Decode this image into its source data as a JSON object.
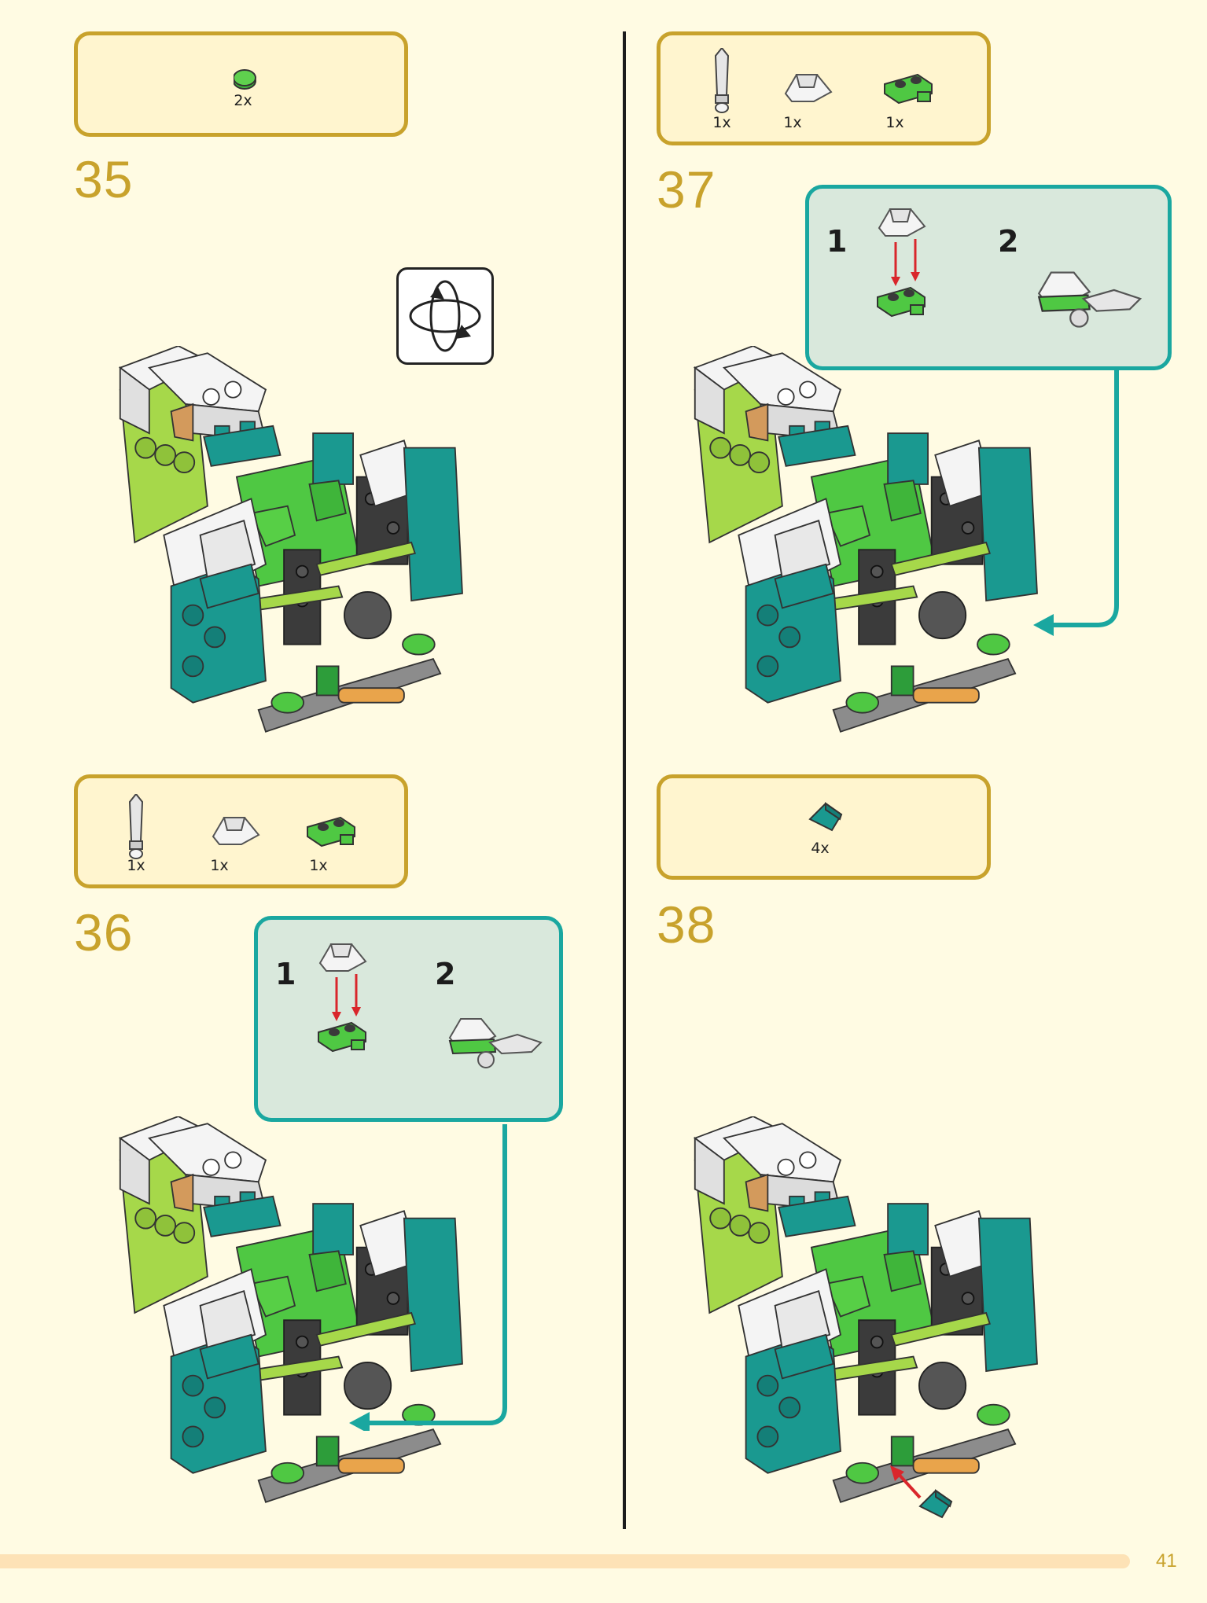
{
  "page_number": "41",
  "steps": [
    {
      "number": "35",
      "parts": [
        {
          "icon": "green-round-tile-icon",
          "qty": "2x"
        }
      ]
    },
    {
      "number": "36",
      "parts": [
        {
          "icon": "silver-sword-icon",
          "qty": "1x"
        },
        {
          "icon": "white-slope-icon",
          "qty": "1x"
        },
        {
          "icon": "green-plate-clip-icon",
          "qty": "1x"
        }
      ],
      "substeps": [
        "1",
        "2"
      ]
    },
    {
      "number": "37",
      "parts": [
        {
          "icon": "silver-sword-icon",
          "qty": "1x"
        },
        {
          "icon": "white-slope-icon",
          "qty": "1x"
        },
        {
          "icon": "green-plate-clip-icon",
          "qty": "1x"
        }
      ],
      "substeps": [
        "1",
        "2"
      ]
    },
    {
      "number": "38",
      "parts": [
        {
          "icon": "teal-slope-icon",
          "qty": "4x"
        }
      ]
    }
  ],
  "colors": {
    "teal": "#1a9990",
    "green": "#4fc843",
    "lime": "#a6d84a",
    "white": "#f4f4f4",
    "gray": "#8c8c8c",
    "dark": "#3b3b3b",
    "gold": "#c8a22c",
    "arrow_red": "#d9262b",
    "callout_teal": "#1aa7a0"
  }
}
